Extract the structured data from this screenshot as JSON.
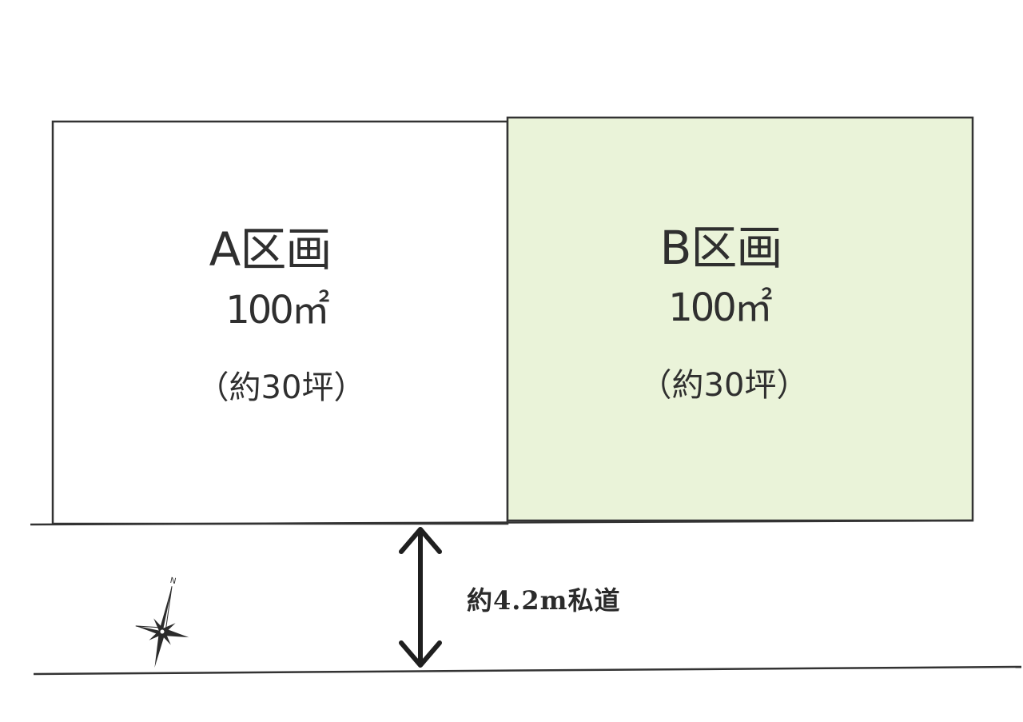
{
  "lots": [
    {
      "name": "A区画",
      "area": "100㎡",
      "tsubo": "（約30坪）",
      "fill": "#ffffff"
    },
    {
      "name": "B区画",
      "area": "100㎡",
      "tsubo": "（約30坪）",
      "fill": "#eaf3d9"
    }
  ],
  "road": {
    "label": "約4.2m私道",
    "arrow_icon": "double-headed-arrow-icon"
  },
  "compass": {
    "north_label": "N",
    "icon": "compass-rose-icon"
  },
  "colors": {
    "line": "#333333",
    "lot_b_fill": "#eaf3d9"
  }
}
